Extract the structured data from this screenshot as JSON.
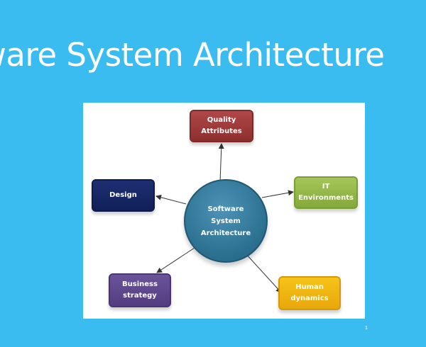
{
  "slide": {
    "title": "ware System Architecture",
    "slide_number": "1"
  },
  "diagram": {
    "center": "Software\nSystem\nArchitecture",
    "nodes": {
      "quality": "Quality\nAttributes",
      "design": "Design",
      "it": "IT\nEnvironments",
      "business": "Business\nstrategy",
      "human": "Human\ndynamics"
    }
  },
  "colors": {
    "background": "#3bbcf0",
    "quality": "#9c3a3a",
    "design": "#152766",
    "it": "#94b84a",
    "business": "#5f4890",
    "human": "#f0b812",
    "center": "#2e7394"
  }
}
